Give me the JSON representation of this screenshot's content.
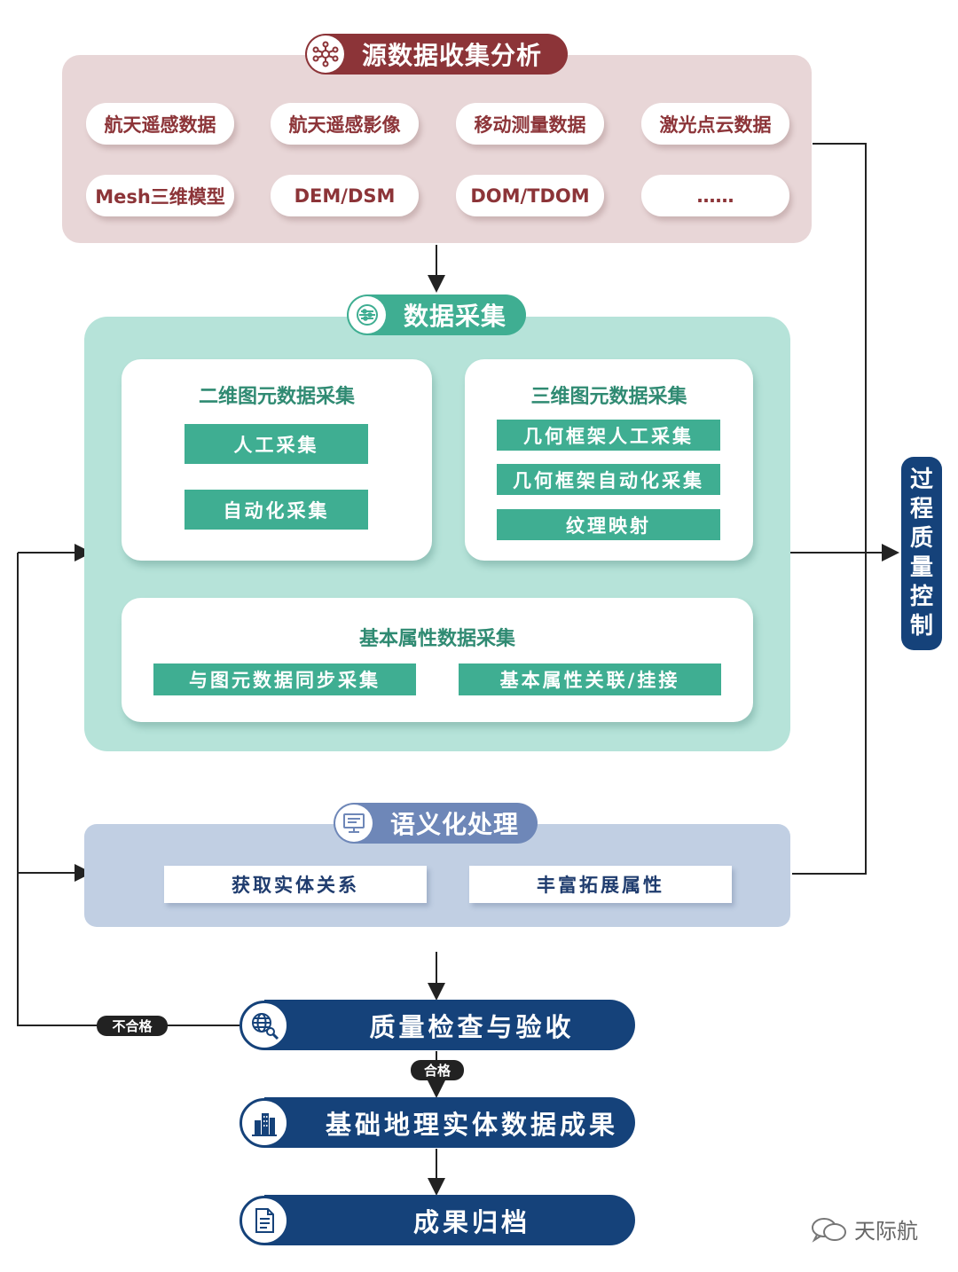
{
  "source": {
    "title": "源数据收集分析",
    "items": [
      "航天遥感数据",
      "航天遥感影像",
      "移动测量数据",
      "激光点云数据",
      "Mesh三维模型",
      "DEM/DSM",
      "DOM/TDOM",
      "……"
    ]
  },
  "collect": {
    "title": "数据采集",
    "card2d": {
      "title": "二维图元数据采集",
      "bars": [
        "人工采集",
        "自动化采集"
      ]
    },
    "card3d": {
      "title": "三维图元数据采集",
      "bars": [
        "几何框架人工采集",
        "几何框架自动化采集",
        "纹理映射"
      ]
    },
    "attr": {
      "title": "基本属性数据采集",
      "bars": [
        "与图元数据同步采集",
        "基本属性关联/挂接"
      ]
    }
  },
  "semantic": {
    "title": "语义化处理",
    "bars": [
      "获取实体关系",
      "丰富拓展属性"
    ]
  },
  "qc": {
    "chars": [
      "过",
      "程",
      "质",
      "量",
      "控",
      "制"
    ]
  },
  "flow": {
    "inspect": "质量检查与验收",
    "fail": "不合格",
    "pass": "合格",
    "result": "基础地理实体数据成果",
    "archive": "成果归档"
  },
  "watermark": "天际航",
  "colors": {
    "maroon": "#8c3438",
    "teal": "#3fae92",
    "navy": "#15427a",
    "steel": "#6e87b8"
  }
}
